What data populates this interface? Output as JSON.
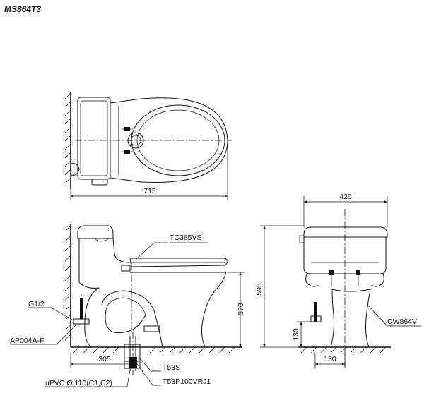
{
  "model": "MS864T3",
  "dimensions": {
    "overall_length": "715",
    "tank_width": "420",
    "overall_height": "595",
    "seat_height": "370",
    "rough_in": "305",
    "supply_height": "130",
    "supply_offset": "130"
  },
  "labels": {
    "seat": "TC385VS",
    "supply": "G1/2",
    "valve": "AP004A-F",
    "pipe": "uPVC Ø 110(C1,C2)",
    "flange": "T53S",
    "connector": "T53P100VRJ1",
    "front_part": "CW864V"
  }
}
